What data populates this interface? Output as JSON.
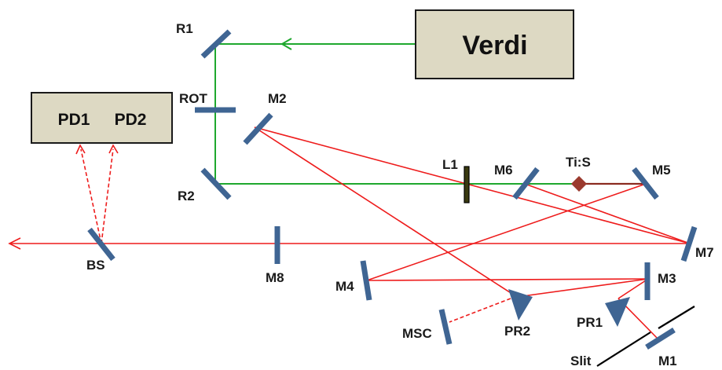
{
  "colors": {
    "pump_beam": "#1fa82e",
    "laser_beam": "#ee1c1c",
    "mirror": "#3f6593",
    "box_fill": "#ddd9c3",
    "crystal": "#9b3a2e",
    "lens": "#3a3a10"
  },
  "boxes": {
    "verdi": "Verdi",
    "pd1": "PD1",
    "pd2": "PD2"
  },
  "labels": {
    "r1": "R1",
    "r2": "R2",
    "rot": "ROT",
    "m1": "M1",
    "m2": "M2",
    "m3": "M3",
    "m4": "M4",
    "m5": "M5",
    "m6": "M6",
    "m7": "M7",
    "m8": "M8",
    "l1": "L1",
    "tis": "Ti:S",
    "bs": "BS",
    "msc": "MSC",
    "pr1": "PR1",
    "pr2": "PR2",
    "slit": "Slit"
  }
}
